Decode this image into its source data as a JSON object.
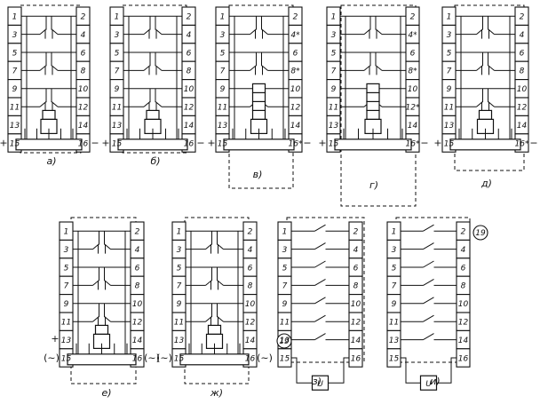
{
  "odd_terminals": [
    "1",
    "3",
    "5",
    "7",
    "9",
    "11",
    "13",
    "15"
  ],
  "even_terminals": {
    "a": [
      "2",
      "4",
      "6",
      "8",
      "10",
      "12",
      "14",
      "16"
    ],
    "b": [
      "2",
      "4",
      "6",
      "8",
      "10",
      "12",
      "14",
      "16"
    ],
    "v": [
      "2",
      "4*",
      "6",
      "8*",
      "10",
      "12",
      "14",
      "16*"
    ],
    "g": [
      "2",
      "4*",
      "6",
      "8*",
      "10",
      "12*",
      "14",
      "16*"
    ],
    "d": [
      "2",
      "4",
      "6",
      "8",
      "10",
      "12",
      "14",
      "16*"
    ],
    "e": [
      "2",
      "4",
      "6",
      "8",
      "10",
      "12",
      "14",
      "16"
    ],
    "zh": [
      "2",
      "4",
      "6",
      "8",
      "10",
      "12",
      "14",
      "16"
    ],
    "z": [
      "2",
      "4",
      "6",
      "8",
      "10",
      "12",
      "14",
      "16"
    ],
    "i": [
      "2",
      "4",
      "6",
      "8",
      "10",
      "12",
      "14",
      "16"
    ]
  },
  "captions": {
    "a": "а)",
    "b": "б)",
    "v": "в)",
    "g": "г)",
    "d": "д)",
    "e": "е)",
    "zh": "ж)",
    "z": "з)",
    "i": "и)"
  },
  "signs": {
    "plus": "+",
    "minus": "−",
    "ac": "(~)"
  },
  "coil_symbol": "U",
  "badge": "19"
}
